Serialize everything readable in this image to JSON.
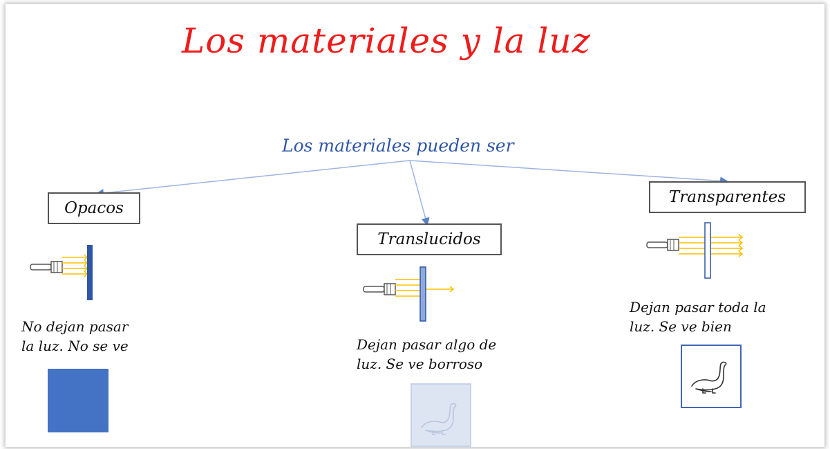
{
  "title": "Los materiales y la luz",
  "subtitle": "Los materiales pueden ser",
  "categories": [
    {
      "label": "Opacos",
      "description_line1": "No dejan pasar",
      "description_line2": "la luz.  No se ve"
    },
    {
      "label": "Translucidos",
      "description_line1": "Dejan pasar algo de",
      "description_line2": "luz.  Se ve borroso"
    },
    {
      "label": "Transparentes",
      "description_line1": "Dejan pasar toda la",
      "description_line2": "luz.  Se ve bien"
    }
  ],
  "colors": {
    "title": "#ee1c1c",
    "subtitle": "#2f56a6",
    "arrow": "#7f9ed9",
    "opaque_block": "#4472c4",
    "translucent_card": "#dde5f2",
    "light_rays": "#ffc000"
  },
  "icons": [
    "flashlight-icon",
    "light-ray-icon",
    "dinosaur-icon"
  ]
}
